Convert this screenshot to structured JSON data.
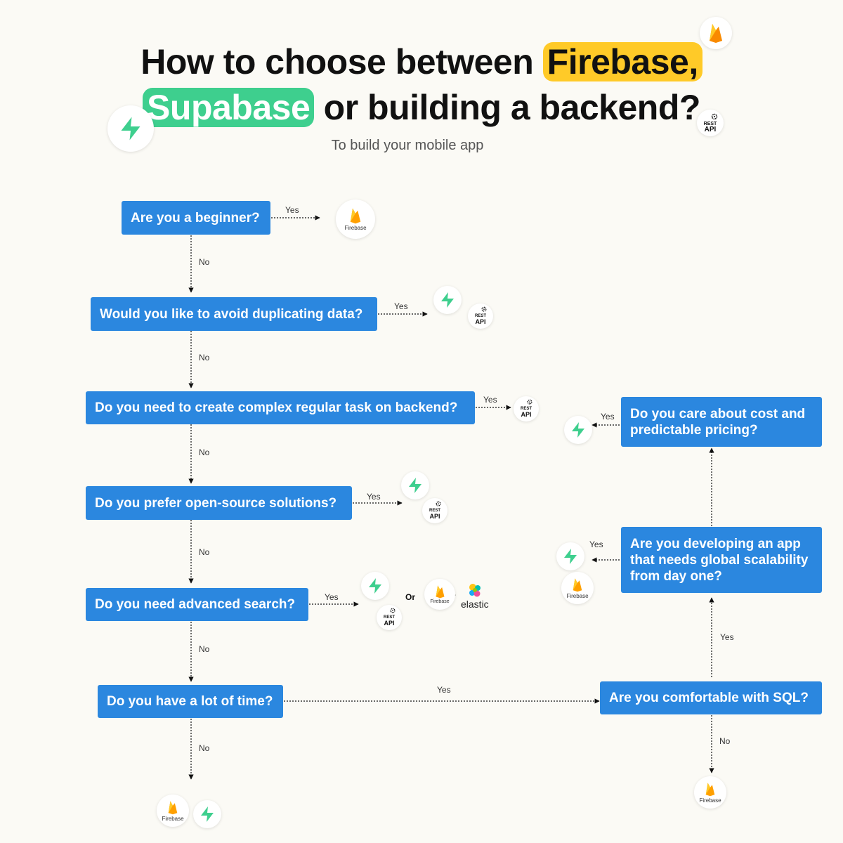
{
  "title": {
    "line1_prefix": "How to choose between ",
    "line1_highlight": "Firebase,",
    "line2_highlight": "Supabase",
    "line2_suffix": " or building a backend?"
  },
  "subtitle": "To build your mobile app",
  "colors": {
    "box": "#2b87df",
    "firebase_highlight": "#ffca28",
    "supabase_highlight": "#3ecf8e",
    "background": "#fbfaf5"
  },
  "questions": {
    "beginner": "Are you a beginner?",
    "duplicating": "Would you like to avoid duplicating data?",
    "complex_task": "Do you need to create complex regular task on backend?",
    "open_source": "Do you prefer open-source solutions?",
    "advanced_search": "Do you need advanced search?",
    "lot_of_time": "Do you have a lot of time?",
    "sql": "Are you comfortable with SQL?",
    "global": "Are you developing an app that needs global scalability from day one?",
    "cost": "Do you care about cost and predictable pricing?"
  },
  "edge_labels": {
    "yes": "Yes",
    "no": "No",
    "or": "Or",
    "plus": "+"
  },
  "icons": {
    "firebase_caption": "Firebase",
    "rest_line1": "REST",
    "rest_line2": "API",
    "elastic_label": "elastic"
  }
}
